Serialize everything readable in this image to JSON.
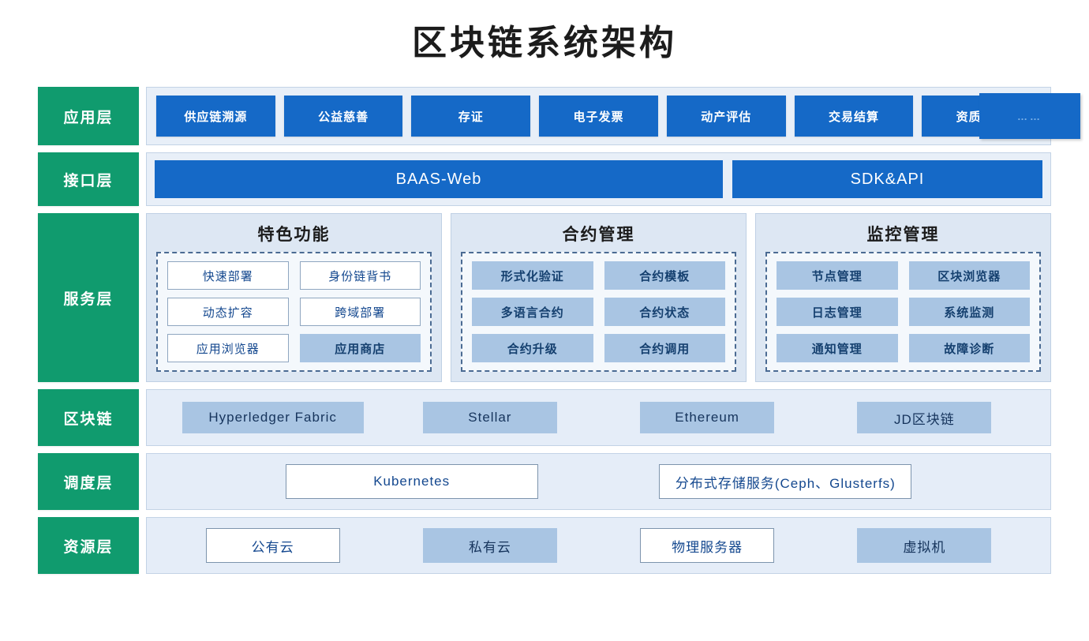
{
  "header": {
    "title": "区块链系统架构"
  },
  "layers": {
    "application": {
      "label": "应用层",
      "items": [
        "供应链溯源",
        "公益慈善",
        "存证",
        "电子发票",
        "动产评估",
        "交易结算",
        "资质备案"
      ],
      "overflow_item": "……"
    },
    "interface": {
      "label": "接口层",
      "items": [
        "BAAS-Web",
        "SDK&API"
      ]
    },
    "service": {
      "label": "服务层",
      "panels": [
        {
          "title": "特色功能",
          "items": [
            {
              "label": "快速部署",
              "style": "outline"
            },
            {
              "label": "身份链背书",
              "style": "outline"
            },
            {
              "label": "动态扩容",
              "style": "outline"
            },
            {
              "label": "跨域部署",
              "style": "outline"
            },
            {
              "label": "应用浏览器",
              "style": "outline"
            },
            {
              "label": "应用商店",
              "style": "filled"
            }
          ]
        },
        {
          "title": "合约管理",
          "items": [
            {
              "label": "形式化验证",
              "style": "filled"
            },
            {
              "label": "合约模板",
              "style": "filled"
            },
            {
              "label": "多语言合约",
              "style": "filled"
            },
            {
              "label": "合约状态",
              "style": "filled"
            },
            {
              "label": "合约升级",
              "style": "filled"
            },
            {
              "label": "合约调用",
              "style": "filled"
            }
          ]
        },
        {
          "title": "监控管理",
          "items": [
            {
              "label": "节点管理",
              "style": "filled"
            },
            {
              "label": "区块浏览器",
              "style": "filled"
            },
            {
              "label": "日志管理",
              "style": "filled"
            },
            {
              "label": "系统监测",
              "style": "filled"
            },
            {
              "label": "通知管理",
              "style": "filled"
            },
            {
              "label": "故障诊断",
              "style": "filled"
            }
          ]
        }
      ]
    },
    "blockchain": {
      "label": "区块链",
      "items": [
        {
          "label": "Hyperledger Fabric",
          "style": "fill"
        },
        {
          "label": "Stellar",
          "style": "fill"
        },
        {
          "label": "Ethereum",
          "style": "fill"
        },
        {
          "label": "JD区块链",
          "style": "fill"
        }
      ]
    },
    "scheduling": {
      "label": "调度层",
      "items": [
        {
          "label": "Kubernetes",
          "style": "white"
        },
        {
          "label": "分布式存储服务(Ceph、Glusterfs)",
          "style": "white"
        }
      ]
    },
    "resource": {
      "label": "资源层",
      "items": [
        {
          "label": "公有云",
          "style": "white"
        },
        {
          "label": "私有云",
          "style": "fill"
        },
        {
          "label": "物理服务器",
          "style": "white"
        },
        {
          "label": "虚拟机",
          "style": "fill"
        }
      ]
    }
  },
  "colors": {
    "layer_green": "#109b6e",
    "accent_blue": "#1569c7",
    "light_blue_fill": "#a9c5e3",
    "panel_bg": "#dde7f3",
    "row_bg": "#e5edf8",
    "text_blue": "#14488f"
  }
}
